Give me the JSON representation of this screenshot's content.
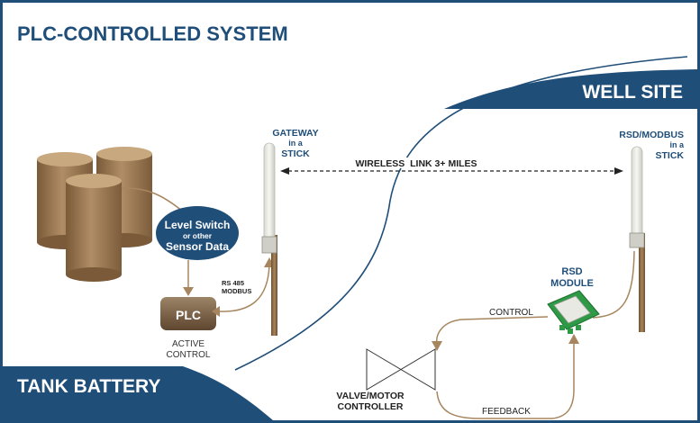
{
  "title": "PLC-CONTROLLED SYSTEM",
  "regions": {
    "well_site": "WELL SITE",
    "tank_battery": "TANK BATTERY"
  },
  "gateway": {
    "line1": "GATEWAY",
    "line2": "in a",
    "line3": "STICK"
  },
  "rsd_modbus": {
    "line1": "RSD/MODBUS",
    "line2": "in a",
    "line3": "STICK"
  },
  "wireless_link": "WIRELESS  LINK 3+ MILES",
  "sensor": {
    "line1": "Level Switch",
    "line2": "or other",
    "line3": "Sensor Data"
  },
  "plc": {
    "label": "PLC",
    "caption_line1": "ACTIVE",
    "caption_line2": "CONTROL"
  },
  "rs485": {
    "line1": "RS 485",
    "line2": "MODBUS"
  },
  "rsd_module": {
    "line1": "RSD",
    "line2": "MODULE"
  },
  "control_label": "CONTROL",
  "feedback_label": "FEEDBACK",
  "valve": {
    "line1": "VALVE/MOTOR",
    "line2": "CONTROLLER"
  },
  "colors": {
    "navy": "#1f4e79",
    "tank": "#9b7a55",
    "link_line": "#a7865f"
  }
}
